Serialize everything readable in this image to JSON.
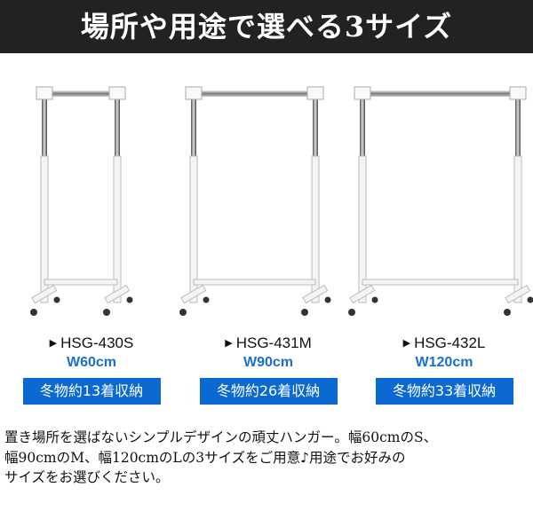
{
  "header": {
    "title": "場所や用途で選べる3サイズ"
  },
  "products": [
    {
      "model": "HSG-430S",
      "width": "W60cm",
      "capacity": "冬物約13着収納"
    },
    {
      "model": "HSG-431M",
      "width": "W90cm",
      "capacity": "冬物約26着収納"
    },
    {
      "model": "HSG-432L",
      "width": "W120cm",
      "capacity": "冬物約33着収納"
    }
  ],
  "description": {
    "lines": [
      "置き場所を選ばないシンプルデザインの頑丈ハンガー。幅60cmのS、",
      "幅90cmのM、幅120cmのLの3サイズをご用意♪用途でお好みの",
      "サイズをお選びください。"
    ]
  },
  "colors": {
    "header_bg": "#222222",
    "accent_blue": "#0a6ad2",
    "width_text": "#1a6fd0"
  }
}
